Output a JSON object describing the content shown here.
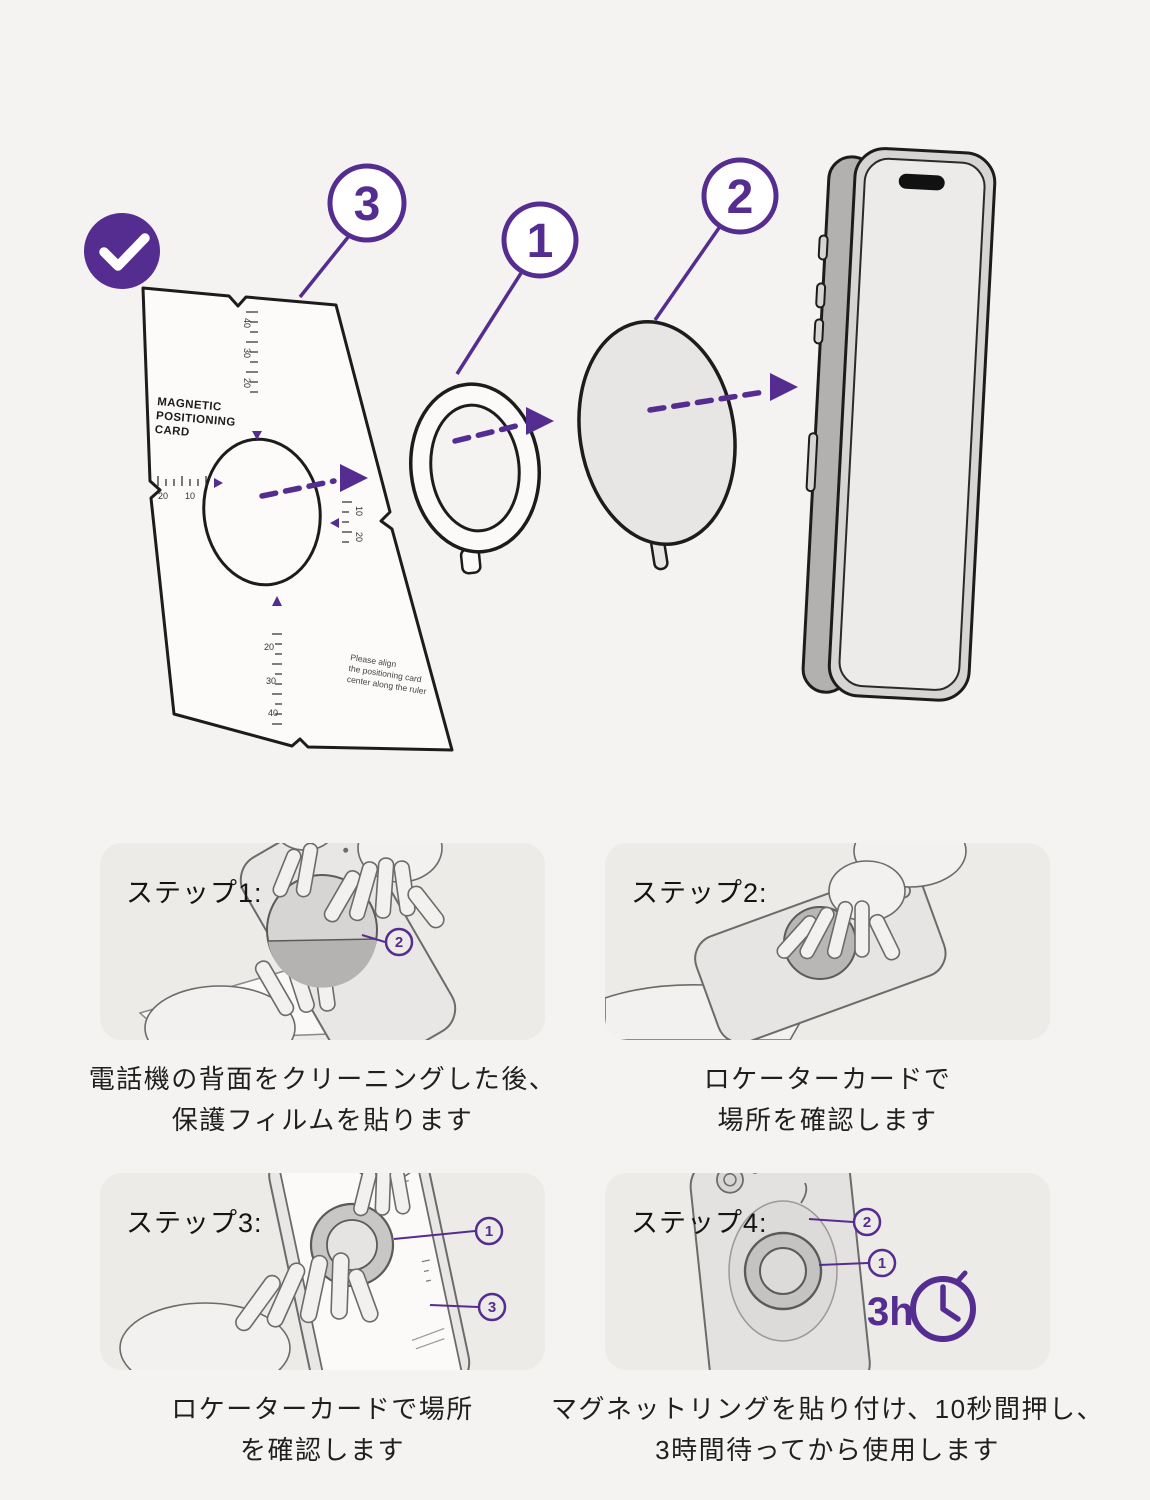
{
  "colors": {
    "background": "#f5f3f1",
    "panel": "#edebe8",
    "purple": "#552d90",
    "ink": "#1c1c1c"
  },
  "hero": {
    "badges": {
      "three": "3",
      "one": "1",
      "two": "2"
    },
    "card": {
      "title_lines": [
        "MAGNETIC",
        "POSITIONING",
        "CARD"
      ],
      "note_lines": [
        "Please align",
        "the positioning card",
        "center along the ruler"
      ],
      "ruler_top": [
        "40",
        "30",
        "20"
      ],
      "ruler_left": [
        "20",
        "10"
      ],
      "ruler_right": [
        "10",
        "20"
      ],
      "ruler_bottom": [
        "20",
        "30",
        "40"
      ]
    }
  },
  "steps": [
    {
      "label": "ステップ1:",
      "caption": [
        "電話機の背面をクリーニングした後、",
        "保護フィルムを貼ります"
      ],
      "callouts": [
        "2"
      ]
    },
    {
      "label": "ステップ2:",
      "caption": [
        "ロケーターカードで",
        "場所を確認します"
      ],
      "callouts": []
    },
    {
      "label": "ステップ3:",
      "caption": [
        "ロケーターカードで場所",
        "を確認します"
      ],
      "callouts": [
        "1",
        "3"
      ]
    },
    {
      "label": "ステップ4:",
      "caption": [
        "マグネットリングを貼り付け、10秒間押し、",
        "3時間待ってから使用します"
      ],
      "callouts": [
        "2",
        "1"
      ],
      "duration": "3h"
    }
  ]
}
